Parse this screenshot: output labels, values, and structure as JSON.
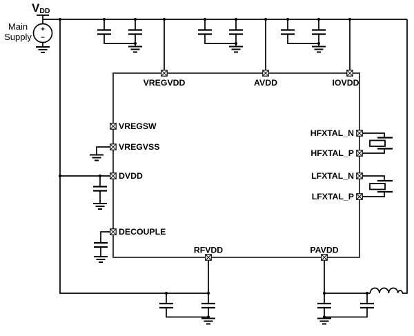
{
  "diagram": {
    "kind": "power-supply-schematic",
    "background": "#ffffff",
    "wire_color": "#000000",
    "chip_border_color": "#3d3d3d",
    "supply": {
      "net_label": "V",
      "net_label_sub": "DD",
      "name_line1": "Main",
      "name_line2": "Supply",
      "polarity_plus": "+",
      "polarity_minus": "−"
    },
    "chip": {
      "pins_top": [
        "VREGVDD",
        "AVDD",
        "IOVDD"
      ],
      "pins_left": [
        "VREGSW",
        "VREGVSS",
        "DVDD",
        "DECOUPLE"
      ],
      "pins_bottom": [
        "RFVDD",
        "PAVDD"
      ],
      "pins_right": [
        "HFXTAL_N",
        "HFXTAL_P",
        "LFXTAL_N",
        "LFXTAL_P"
      ]
    }
  }
}
